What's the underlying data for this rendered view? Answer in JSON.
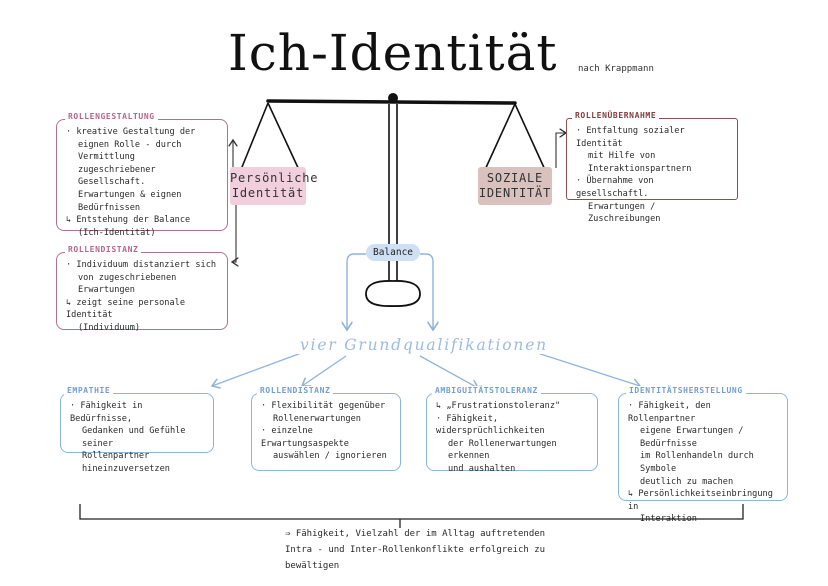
{
  "title": "Ich-Identität",
  "subtitle": "nach Krappmann",
  "balance_label": "Balance",
  "central_label": "vier Grundqualifikationen",
  "left": {
    "tag_lines": [
      "Persönliche",
      "Identität"
    ],
    "box1": {
      "label": "ROLLENGESTALTUNG",
      "items": [
        "· kreative Gestaltung der",
        "eignen Rolle - durch Vermittlung",
        "zugeschriebener Gesellschaft.",
        "Erwartungen & eignen Bedürfnissen",
        "↳ Entstehung der Balance",
        "(Ich-Identität)"
      ]
    },
    "box2": {
      "label": "ROLLENDISTANZ",
      "items": [
        "· Individuum distanziert sich",
        "von zugeschriebenen Erwartungen",
        "↳ zeigt seine personale Identität",
        "(Individuum)"
      ]
    }
  },
  "right": {
    "tag_lines": [
      "SOZIALE",
      "IDENTITÄT"
    ],
    "box": {
      "label": "ROLLENÜBERNAHME",
      "items": [
        "· Entfaltung sozialer Identität",
        "mit Hilfe von Interaktionspartnern",
        "· Übernahme von gesellschaftl.",
        "Erwartungen / Zuschreibungen"
      ]
    }
  },
  "qualifications": [
    {
      "label": "EMPATHIE",
      "items": [
        "· Fähigkeit in Bedürfnisse,",
        "Gedanken und Gefühle seiner",
        "Rollenpartner hineinzuversetzen"
      ]
    },
    {
      "label": "ROLLENDISTANZ",
      "items": [
        "· Flexibilität gegenüber",
        "Rollenerwartungen",
        "· einzelne Erwartungsaspekte",
        "auswählen / ignorieren"
      ]
    },
    {
      "label": "AMBIGUITÄTSTOLERANZ",
      "items": [
        "↳ „Frustrationstoleranz\"",
        "· Fähigkeit, widersprüchlichkeiten",
        "der Rollenerwartungen erkennen",
        "und aushalten"
      ]
    },
    {
      "label": "IDENTITÄTSHERSTELLUNG",
      "items": [
        "· Fähigkeit, den Rollenpartner",
        "eigene Erwartungen / Bedürfnisse",
        "im Rollenhandeln durch Symbole",
        "deutlich zu machen",
        "↳ Persönlichkeitseinbringung in",
        "Interaktion"
      ]
    }
  ],
  "conclusion": "⇒ Fähigkeit, Vielzahl der im Alltag auftretenden Intra - und Inter-Rollenkonflikte erfolgreich zu bewältigen",
  "colors": {
    "pink": "#b07090",
    "brown": "#8a4f4f",
    "blue": "#8fb4dc",
    "tag_pink": "#f1cfdc",
    "tag_brown": "#d9c1bd",
    "balance_fill": "#cfe0f5"
  }
}
